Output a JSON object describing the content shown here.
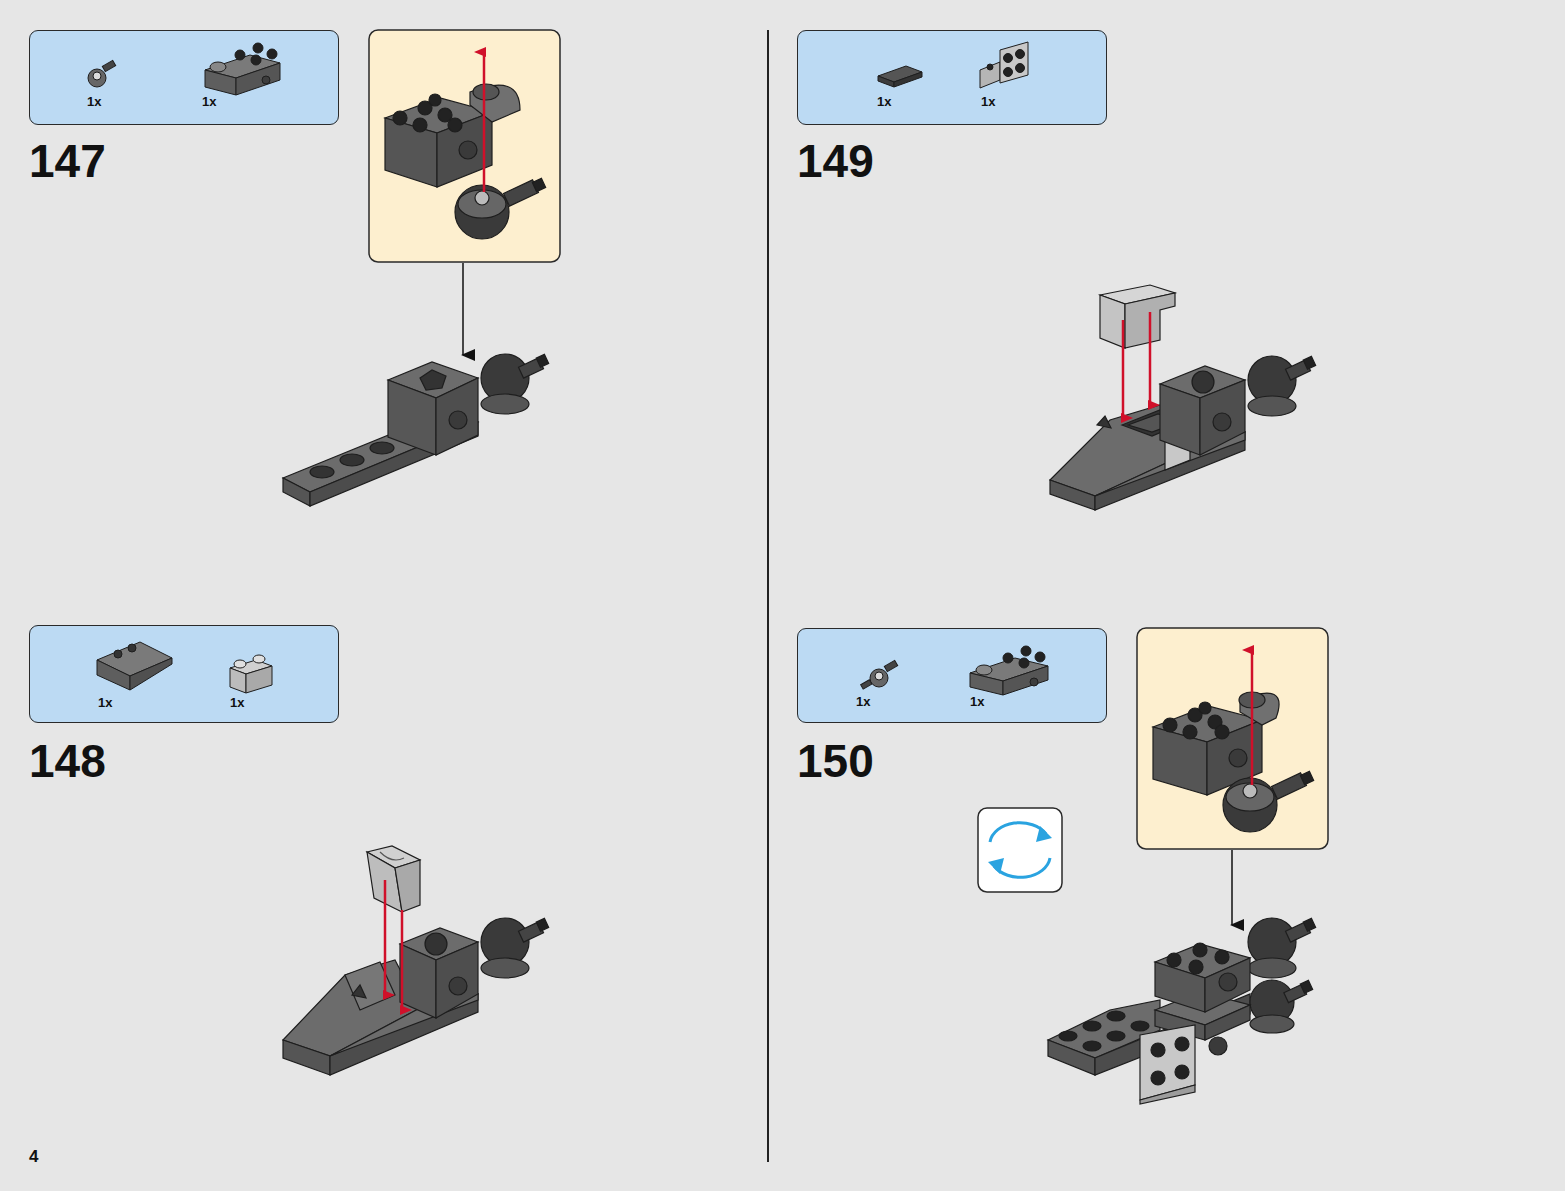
{
  "diagram": {
    "nodes": [
      {
        "text": [
          "1x",
          "1x"
        ]
      },
      {
        "text": [
          "1x",
          "1x"
        ]
      },
      {
        "text": [
          "1x",
          "1x"
        ]
      },
      {
        "text": [
          "1x",
          "1x"
        ]
      }
    ],
    "labels": [
      "147",
      "148",
      "149",
      "150",
      "4"
    ]
  }
}
